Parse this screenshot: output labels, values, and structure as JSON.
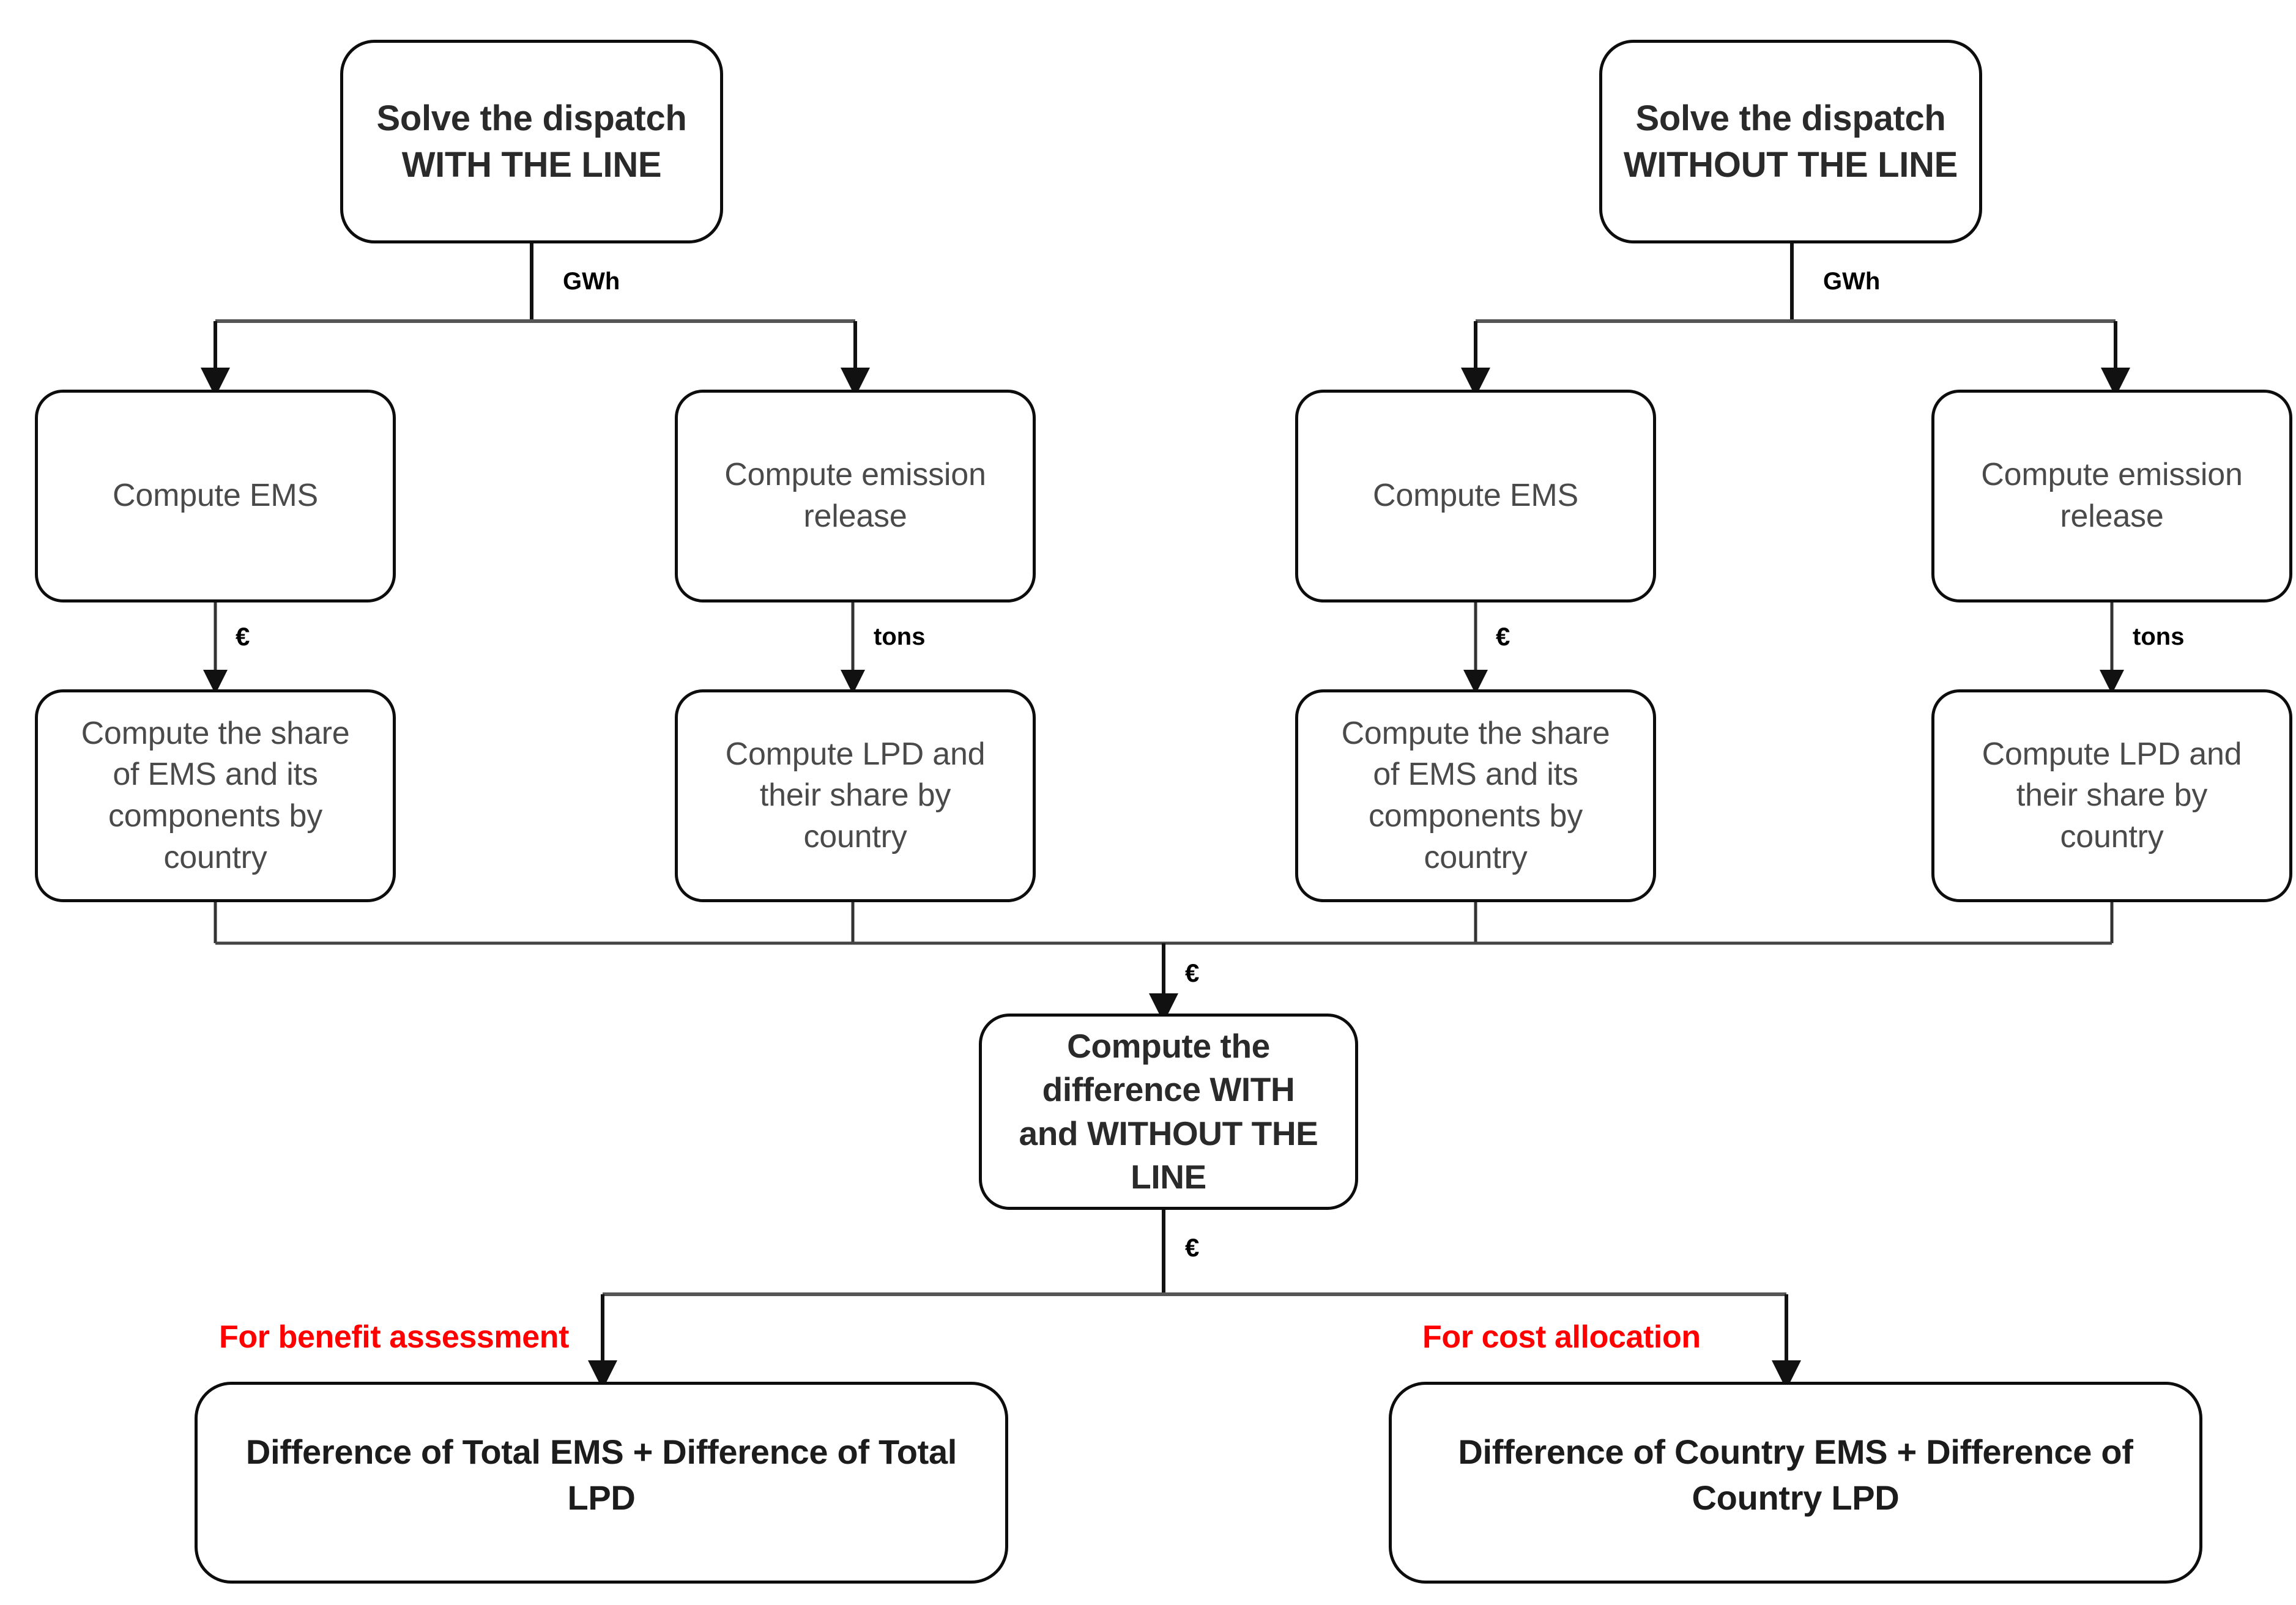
{
  "diagram": {
    "title": "Benefit assessment and cost allocation methodology flowchart",
    "colors": {
      "box_border": "#0d0d0d",
      "box_fill": "#ffffff",
      "heading_text": "#2a2a2a",
      "body_text": "#4a4a4a",
      "edge_label": "#000000",
      "branch_label_red": "#FF0000"
    },
    "nodes": {
      "with_line": "Solve the dispatch\nWITH THE LINE",
      "without_line": "Solve the dispatch\nWITHOUT THE LINE",
      "compute_ems_left": "Compute EMS",
      "compute_emission_left": "Compute emission\nrelease",
      "compute_ems_right": "Compute EMS",
      "compute_emission_right": "Compute emission\nrelease",
      "share_ems_left": "Compute the share\nof EMS and its\ncomponents by\ncountry",
      "lpd_share_left": "Compute LPD and\ntheir share by\ncountry",
      "share_ems_right": "Compute the share\nof EMS and its\ncomponents by\ncountry",
      "lpd_share_right": "Compute LPD and\ntheir share by\ncountry",
      "difference": "Compute the\ndifference WITH\nand WITHOUT THE\nLINE",
      "result_benefit": "Difference of Total EMS + Difference of Total\nLPD",
      "result_cost": "Difference of Country EMS + Difference of\nCountry LPD"
    },
    "edge_labels": {
      "gwh_left": "GWh",
      "gwh_right": "GWh",
      "euro_ems_left": "€",
      "tons_emission_left": "tons",
      "euro_ems_right": "€",
      "tons_emission_right": "tons",
      "euro_merge": "€",
      "euro_split": "€"
    },
    "branch_labels": {
      "benefit": "For benefit assessment",
      "cost": "For cost allocation"
    }
  }
}
